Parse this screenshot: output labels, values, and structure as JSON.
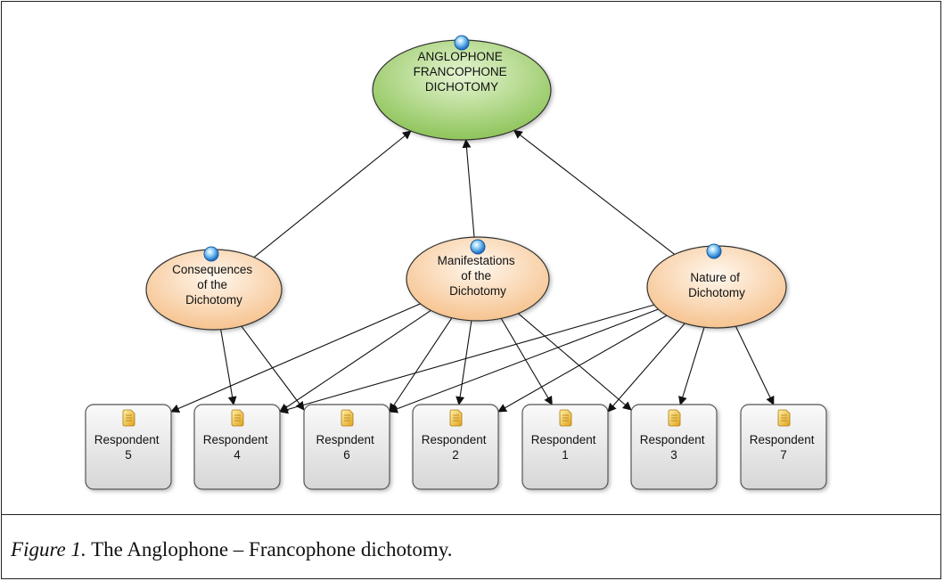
{
  "root": {
    "label_lines": [
      "ANGLOPHONE",
      "FRANCOPHONE",
      "DICHOTOMY"
    ],
    "fill_color": "#9fcf6e"
  },
  "themes": [
    {
      "id": "consequences",
      "label_lines": [
        "Consequences",
        "of the",
        "Dichotomy"
      ]
    },
    {
      "id": "manifestations",
      "label_lines": [
        "Manifestations",
        "of the",
        "Dichotomy"
      ]
    },
    {
      "id": "nature",
      "label_lines": [
        "Nature of",
        "Dichotomy"
      ]
    }
  ],
  "theme_fill_color": "#f7c996",
  "respondents": [
    {
      "id": "r5",
      "label_lines": [
        "Respondent",
        "5"
      ]
    },
    {
      "id": "r4",
      "label_lines": [
        "Respondent",
        "4"
      ]
    },
    {
      "id": "r6",
      "label_lines": [
        "Respndent",
        "6"
      ]
    },
    {
      "id": "r2",
      "label_lines": [
        "Respondent",
        "2"
      ]
    },
    {
      "id": "r1",
      "label_lines": [
        "Respondent",
        "1"
      ]
    },
    {
      "id": "r3",
      "label_lines": [
        "Respondent",
        "3"
      ]
    },
    {
      "id": "r7",
      "label_lines": [
        "Respondent",
        "7"
      ]
    }
  ],
  "edges": [
    {
      "from": "consequences",
      "to": "root"
    },
    {
      "from": "manifestations",
      "to": "root"
    },
    {
      "from": "nature",
      "to": "root"
    },
    {
      "from": "consequences",
      "to": "r4"
    },
    {
      "from": "consequences",
      "to": "r6"
    },
    {
      "from": "manifestations",
      "to": "r5"
    },
    {
      "from": "manifestations",
      "to": "r4"
    },
    {
      "from": "manifestations",
      "to": "r6"
    },
    {
      "from": "manifestations",
      "to": "r2"
    },
    {
      "from": "manifestations",
      "to": "r1"
    },
    {
      "from": "manifestations",
      "to": "r3"
    },
    {
      "from": "nature",
      "to": "r4"
    },
    {
      "from": "nature",
      "to": "r6"
    },
    {
      "from": "nature",
      "to": "r2"
    },
    {
      "from": "nature",
      "to": "r1"
    },
    {
      "from": "nature",
      "to": "r3"
    },
    {
      "from": "nature",
      "to": "r7"
    }
  ],
  "caption": {
    "figure_label": "Figure 1.",
    "text": " The Anglophone – Francophone dichotomy."
  },
  "icons": {
    "node_marker": "sphere-icon",
    "document": "document-icon"
  }
}
